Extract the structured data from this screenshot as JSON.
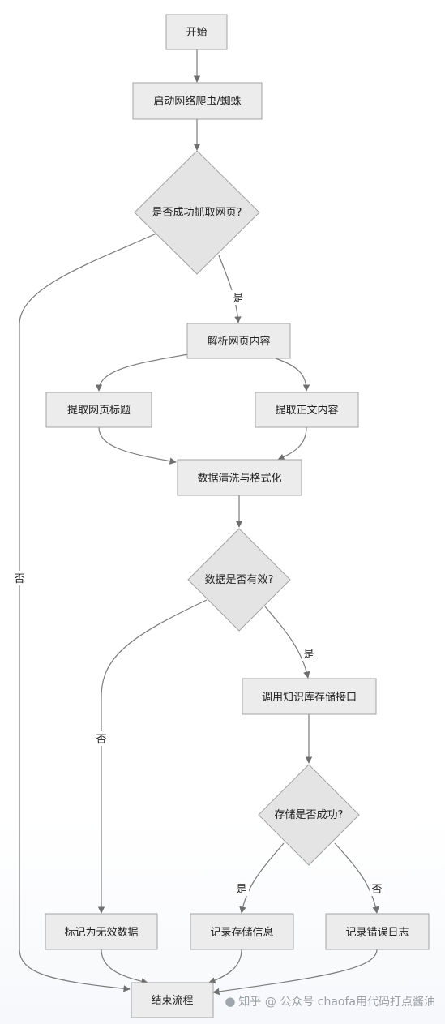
{
  "nodes": {
    "start": "开始",
    "launch_crawler": "启动网络爬虫/蜘蛛",
    "fetch_success": "是否成功抓取网页?",
    "parse_page": "解析网页内容",
    "extract_title": "提取网页标题",
    "extract_body": "提取正文内容",
    "clean_format": "数据清洗与格式化",
    "data_valid": "数据是否有效?",
    "call_kb_api": "调用知识库存储接口",
    "store_success": "存储是否成功?",
    "mark_invalid": "标记为无效数据",
    "log_store_info": "记录存储信息",
    "log_error": "记录错误日志",
    "end_flow": "结束流程"
  },
  "edge_labels": {
    "fetch_yes": "是",
    "fetch_no": "否",
    "valid_yes": "是",
    "valid_no": "否",
    "store_yes": "是",
    "store_no": "否"
  },
  "watermark": {
    "icon": "wechat-icon",
    "text": "知乎 @ 公众号 chaofa用代码打点酱油"
  }
}
